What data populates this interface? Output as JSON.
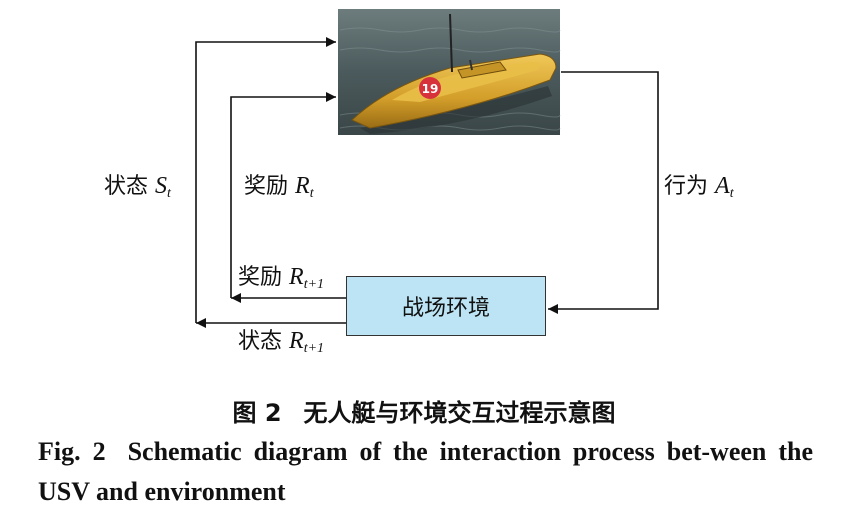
{
  "diagram": {
    "boat_number": "19",
    "environment_label": "战场环境",
    "state_label": {
      "text": "状态",
      "symbol": "S",
      "sub": "t"
    },
    "reward_label": {
      "text": "奖励",
      "symbol": "R",
      "sub": "t"
    },
    "action_label": {
      "text": "行为",
      "symbol": "A",
      "sub": "t"
    },
    "reward_next_label": {
      "text": "奖励",
      "symbol": "R",
      "sub": "t+1"
    },
    "state_next_label": {
      "text": "状态",
      "symbol": "R",
      "sub": "t+1"
    }
  },
  "caption": {
    "cn_number": "图 2",
    "cn_text": "无人艇与环境交互过程示意图",
    "en_number": "Fig. 2",
    "en_text": "Schematic diagram of the interaction process bet-ween the USV and environment"
  },
  "colors": {
    "env_box_fill": "#bde4f4",
    "boat_hull": "#d8a82e",
    "boat_number_badge": "#d7323c",
    "water": "#4a5a5e"
  }
}
